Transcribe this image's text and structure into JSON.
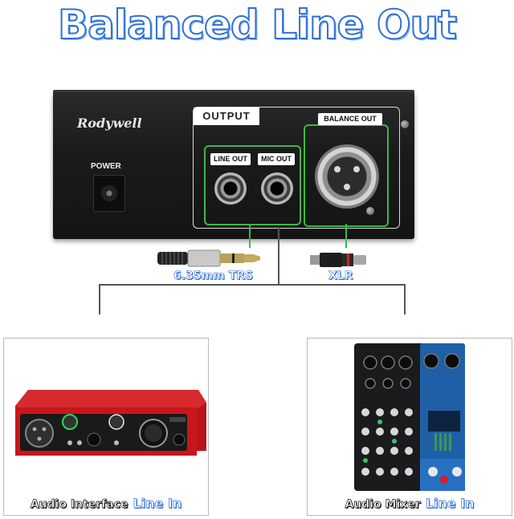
{
  "title": "Balanced Line Out",
  "device": {
    "brand": "Rodywell",
    "power_label": "POWER",
    "output_label": "OUTPUT",
    "jacks": [
      {
        "label": "LINE OUT"
      },
      {
        "label": "MIC OUT"
      }
    ],
    "balance_label": "BALANCE OUT"
  },
  "connectors": {
    "trs_label": "6.35mm TRS",
    "xlr_label": "XLR"
  },
  "targets": [
    {
      "name": "Audio Interface",
      "connection": "Line In"
    },
    {
      "name": "Audio Mixer",
      "connection": "Line In"
    }
  ],
  "colors": {
    "title_blue": "#2f6fd8",
    "highlight_green": "#3cb84a",
    "interface_red": "#c7161c",
    "mixer_blue": "#1f5fa8"
  }
}
